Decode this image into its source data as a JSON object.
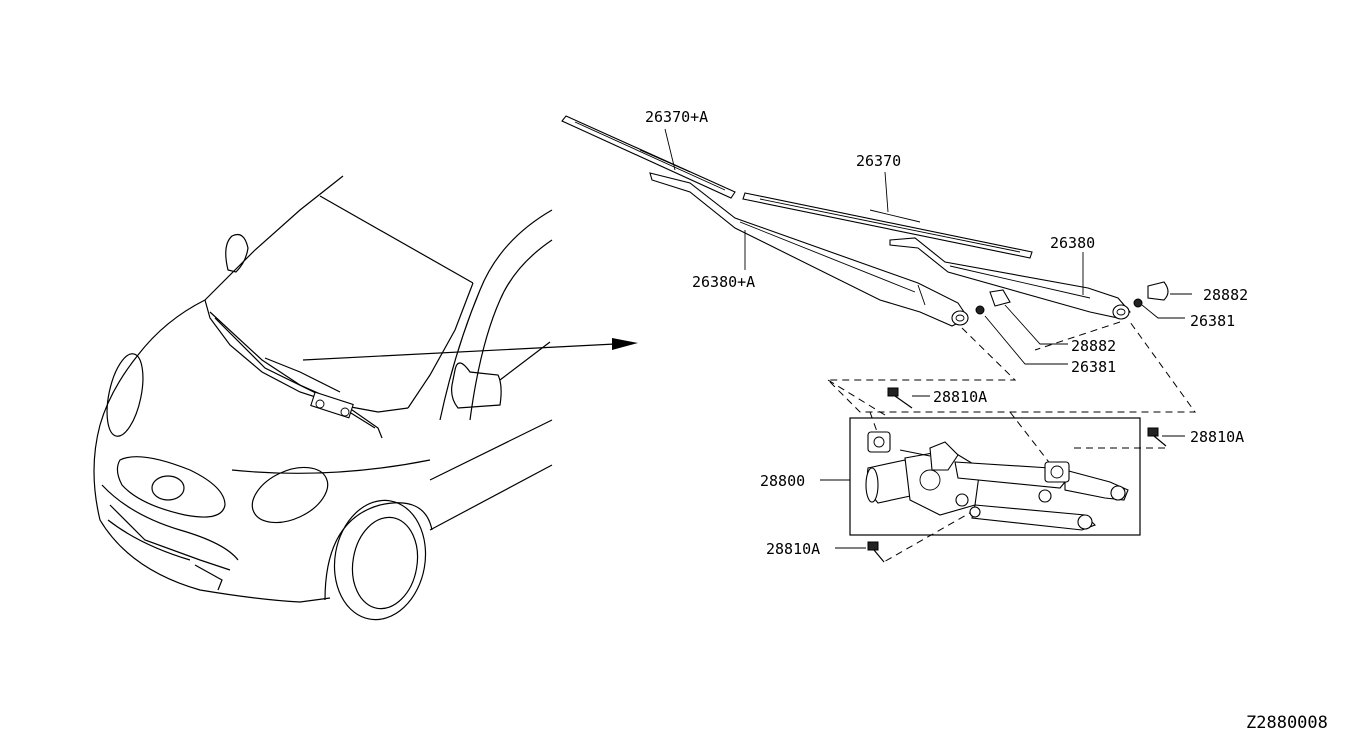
{
  "diagram": {
    "callouts": {
      "blade_left": "26370+A",
      "blade_right": "26370",
      "arm_right": "26380",
      "arm_left": "26380+A",
      "cap_right": "28882",
      "nut_right": "26381",
      "cap_left": "28882",
      "nut_left": "26381",
      "bolt_top": "28810A",
      "bolt_right": "28810A",
      "motor_assembly": "28800",
      "bolt_bottom": "28810A"
    },
    "figure_code": "Z2880008"
  }
}
